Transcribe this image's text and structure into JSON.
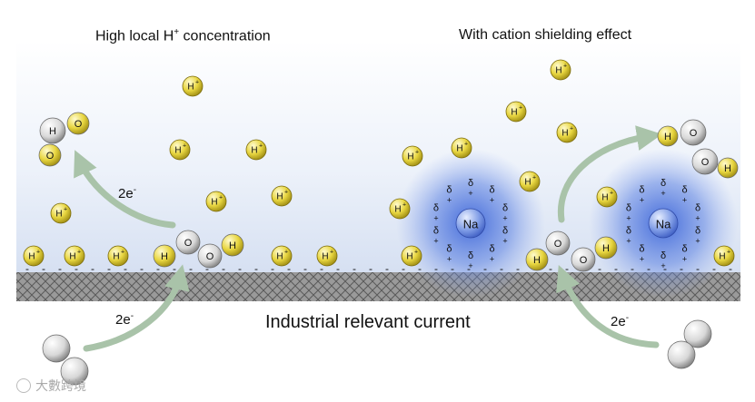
{
  "panels": {
    "left_title": "High local H",
    "left_title_sup": "+",
    "left_title_suffix": " concentration",
    "right_title": "With cation shielding effect"
  },
  "caption": "Industrial relevant current",
  "electron_label": "2e",
  "electron_sup": "-",
  "labels": {
    "proton": "H",
    "proton_charge": "+",
    "hydrogen": "H",
    "oxygen": "O",
    "sodium": "Na",
    "delta": "δ",
    "delta_charge": "+",
    "surface_charge": "-"
  },
  "watermark": "大數跨境",
  "colors": {
    "proton": "#e8d640",
    "sodium_halo": "#3a66d9",
    "arrow": "#a9c3a9",
    "electrode": "#8f8f8f",
    "background_top": "#ffffff",
    "background_bottom": "#dfe7f5"
  }
}
